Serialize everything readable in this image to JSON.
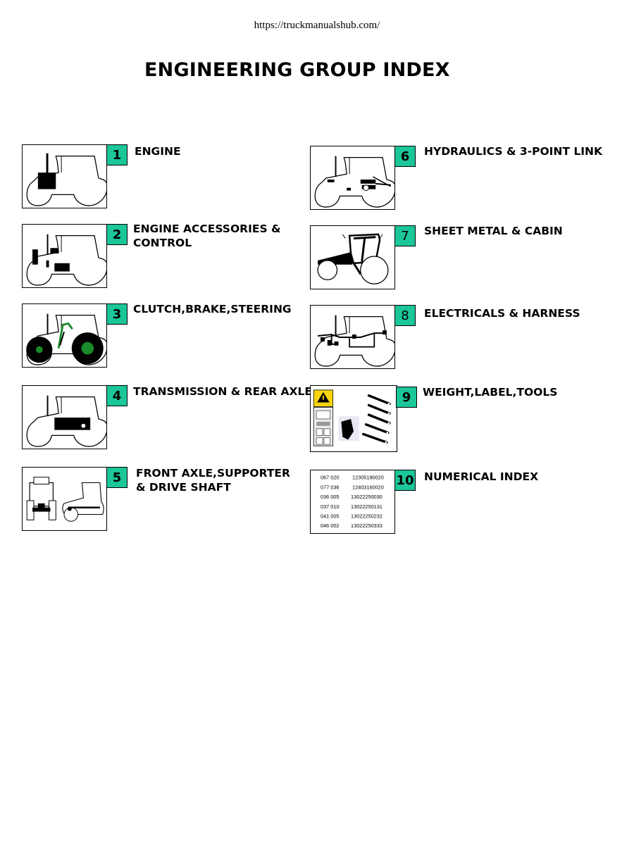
{
  "header": {
    "url": "https://truckmanualshub.com/"
  },
  "page": {
    "title": "ENGINEERING GROUP INDEX"
  },
  "colors": {
    "badge": "#1bc698",
    "green_part": "#1b8a2a",
    "warning_yellow": "#f5d40f"
  },
  "groups": [
    {
      "number": "1",
      "label": "ENGINE"
    },
    {
      "number": "2",
      "label": "ENGINE ACCESSORIES &\nCONTROL"
    },
    {
      "number": "3",
      "label": "CLUTCH,BRAKE,STEERING"
    },
    {
      "number": "4",
      "label": "TRANSMISSION & REAR AXLE"
    },
    {
      "number": "5",
      "label": "FRONT AXLE,SUPPORTER\n& DRIVE SHAFT"
    },
    {
      "number": "6",
      "label": "HYDRAULICS & 3-POINT LINK"
    },
    {
      "number": "7",
      "label": "SHEET METAL & CABIN"
    },
    {
      "number": "8",
      "label": "ELECTRICALS & HARNESS"
    },
    {
      "number": "9",
      "label": "WEIGHT,LABEL,TOOLS"
    },
    {
      "number": "10",
      "label": "NUMERICAL INDEX"
    }
  ],
  "numerical_sample": [
    {
      "ref": "067 020",
      "part": "12305180020"
    },
    {
      "ref": "077 036",
      "part": "12403160020"
    },
    {
      "ref": "036 005",
      "part": "13022250030"
    },
    {
      "ref": "037 010",
      "part": "13022250131"
    },
    {
      "ref": "041 005",
      "part": "13022250232"
    },
    {
      "ref": "046 002",
      "part": "13022250333"
    }
  ]
}
